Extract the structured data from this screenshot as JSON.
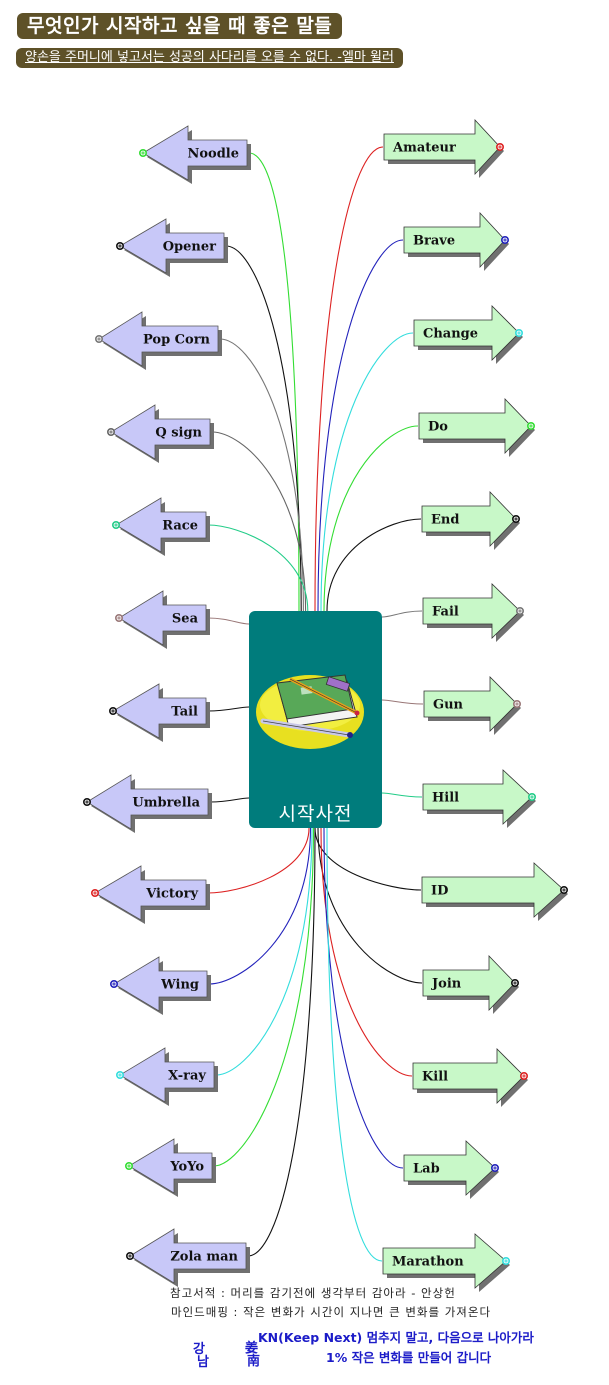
{
  "header": {
    "title": "무엇인가 시작하고 싶을 때 좋은 말들",
    "quote": "양손을 주머니에 넣고서는 성공의 사다리를 오를 수 없다. -엘마 윌러"
  },
  "center": {
    "label": "시작사전",
    "icon": "books-pencil-pen-icon",
    "color": "#007c7c"
  },
  "colors": {
    "left_fill": "#c8c8f8",
    "right_fill": "#c8f8c8",
    "shadow": "#707070",
    "header_bg": "#5e5128",
    "footer_blue": "#1c1cc8"
  },
  "left_nodes": [
    {
      "label": "Noodle",
      "color": "#33dd33"
    },
    {
      "label": "Opener",
      "color": "#111111"
    },
    {
      "label": "Pop Corn",
      "color": "#777777"
    },
    {
      "label": "Q sign",
      "color": "#666666"
    },
    {
      "label": "Race",
      "color": "#22cc88"
    },
    {
      "label": "Sea",
      "color": "#997777"
    },
    {
      "label": "Tail",
      "color": "#111111"
    },
    {
      "label": "Umbrella",
      "color": "#111111"
    },
    {
      "label": "Victory",
      "color": "#dd2222"
    },
    {
      "label": "Wing",
      "color": "#2222bb"
    },
    {
      "label": "X-ray",
      "color": "#33dddd"
    },
    {
      "label": "YoYo",
      "color": "#33dd33"
    },
    {
      "label": "Zola man",
      "color": "#111111"
    }
  ],
  "right_nodes": [
    {
      "label": "Amateur",
      "color": "#dd2222"
    },
    {
      "label": "Brave",
      "color": "#2222bb"
    },
    {
      "label": "Change",
      "color": "#33dddd"
    },
    {
      "label": "Do",
      "color": "#33dd33"
    },
    {
      "label": "End",
      "color": "#111111"
    },
    {
      "label": "Fail",
      "color": "#777777"
    },
    {
      "label": "Gun",
      "color": "#997777"
    },
    {
      "label": "Hill",
      "color": "#22cc88"
    },
    {
      "label": "ID",
      "color": "#111111"
    },
    {
      "label": "Join",
      "color": "#111111"
    },
    {
      "label": "Kill",
      "color": "#dd2222"
    },
    {
      "label": "Lab",
      "color": "#2222bb"
    },
    {
      "label": "Marathon",
      "color": "#33dddd"
    }
  ],
  "footer": {
    "reference": "참고서적 : 머리를 감기전에 생각부터 감아라 - 안상헌",
    "mindmap": "마인드매핑 : 작은 변화가 시간이 지나면 큰 변화를 가져온다",
    "kn_line": "KN(Keep Next) 멈추지 말고, 다음으로 나아가라",
    "small_change": "1% 작은 변화를 만들어 갑니다",
    "name_korean_1": "강",
    "name_korean_2": "남",
    "name_hanja_1": "姜",
    "name_hanja_2": "南"
  }
}
